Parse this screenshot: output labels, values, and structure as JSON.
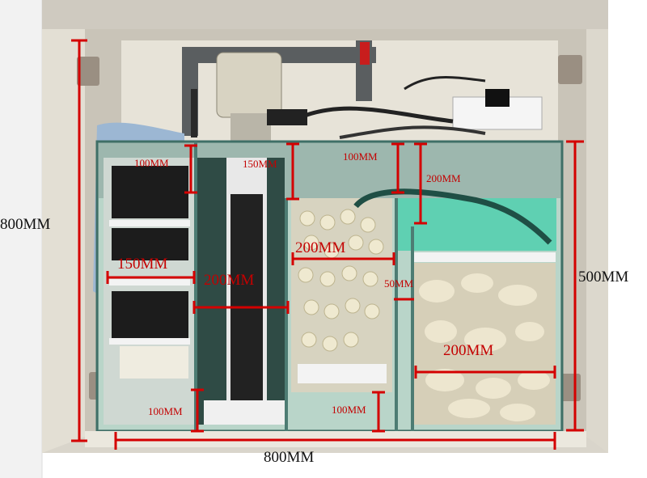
{
  "photo": {
    "subject": "aquarium sump with filter media in a cabinet",
    "colors": {
      "dimension_line": "#d40000",
      "cabinet": "#e8e5dc",
      "glass_tint": "#5f8f86",
      "water": "#8fd3c0",
      "black_sponge": "#1b1b1b",
      "white_media": "#f2efe4"
    }
  },
  "dimensions": {
    "overall_height": "800MM",
    "overall_width": "800MM",
    "tank_height": "500MM",
    "sponge_chamber_width": "150MM",
    "skimmer_chamber_width": "200MM",
    "media_chamber_width": "200MM",
    "rock_chamber_width": "200MM",
    "baffle_gap": "50MM",
    "weir_height_left": "100MM",
    "weir_height_center_top": "150MM",
    "weir_height_right_top": "100MM",
    "right_overflow_height": "200MM",
    "bottom_gap_left": "100MM",
    "bottom_gap_center": "100MM"
  }
}
